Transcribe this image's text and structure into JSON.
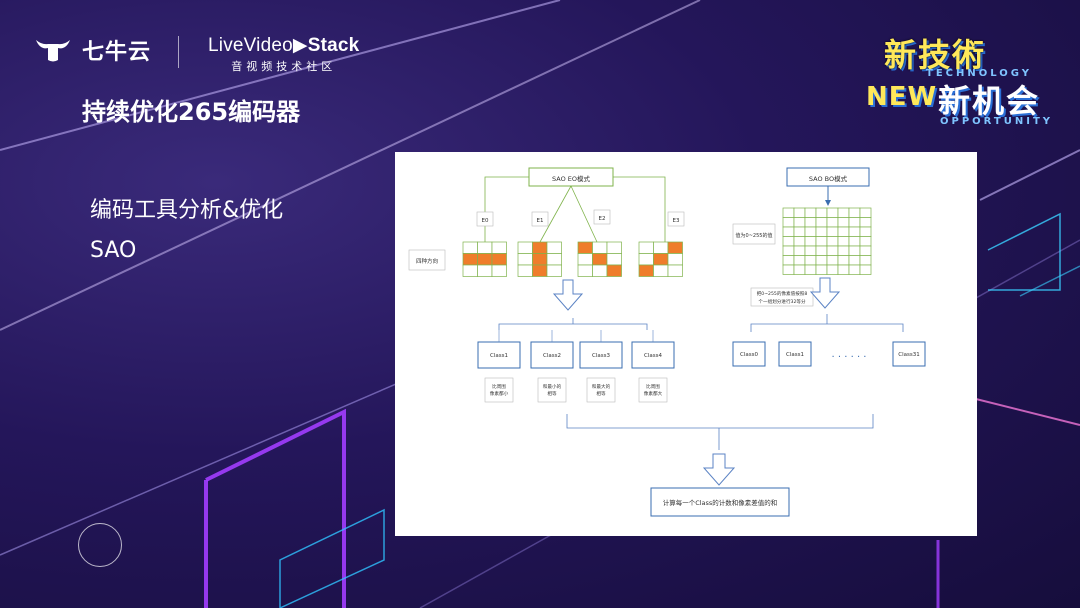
{
  "header": {
    "brand_name": "七牛云",
    "partner_name_prefix": "Live",
    "partner_name_mid": "Video",
    "partner_name_suffix": "Stack",
    "partner_tagline": "音视频技术社区"
  },
  "slide": {
    "title": "持续优化265编码器",
    "subtitle": "编码工具分析&优化",
    "topic": "SAO"
  },
  "event_logo": {
    "line1": "新技術",
    "technology": "TECHNOLOGY",
    "new": "NEW",
    "line2": "新机会",
    "opportunity": "OPPORTUNITY"
  },
  "diagram": {
    "eo_mode_label": "SAO EO模式",
    "bo_mode_label": "SAO BO模式",
    "direction_note": "四种方向",
    "eo_directions": [
      "E0",
      "E1",
      "E2",
      "E3"
    ],
    "eo_classes": [
      "Class1",
      "Class2",
      "Class3",
      "Class4"
    ],
    "eo_class_notes": [
      [
        "比周围",
        "像素都小"
      ],
      [
        "和最小的",
        "相等"
      ],
      [
        "和最大的",
        "相等"
      ],
      [
        "比周围",
        "像素都大"
      ]
    ],
    "bo_value_note": "值为0~255的值",
    "bo_split_note": [
      "把0~255的像素值按照8",
      "个一组划分进行32等分"
    ],
    "bo_classes": [
      "Class0",
      "Class1",
      "Class31"
    ],
    "bo_ellipsis": "· · · · · ·",
    "result_label": "计算每一个Class的计数和像素差值的和",
    "colors": {
      "accent": "#ef7d2b",
      "grid_line": "#7fb34b",
      "box_line": "#3a6db0",
      "arrow": "#5b83c4"
    }
  }
}
